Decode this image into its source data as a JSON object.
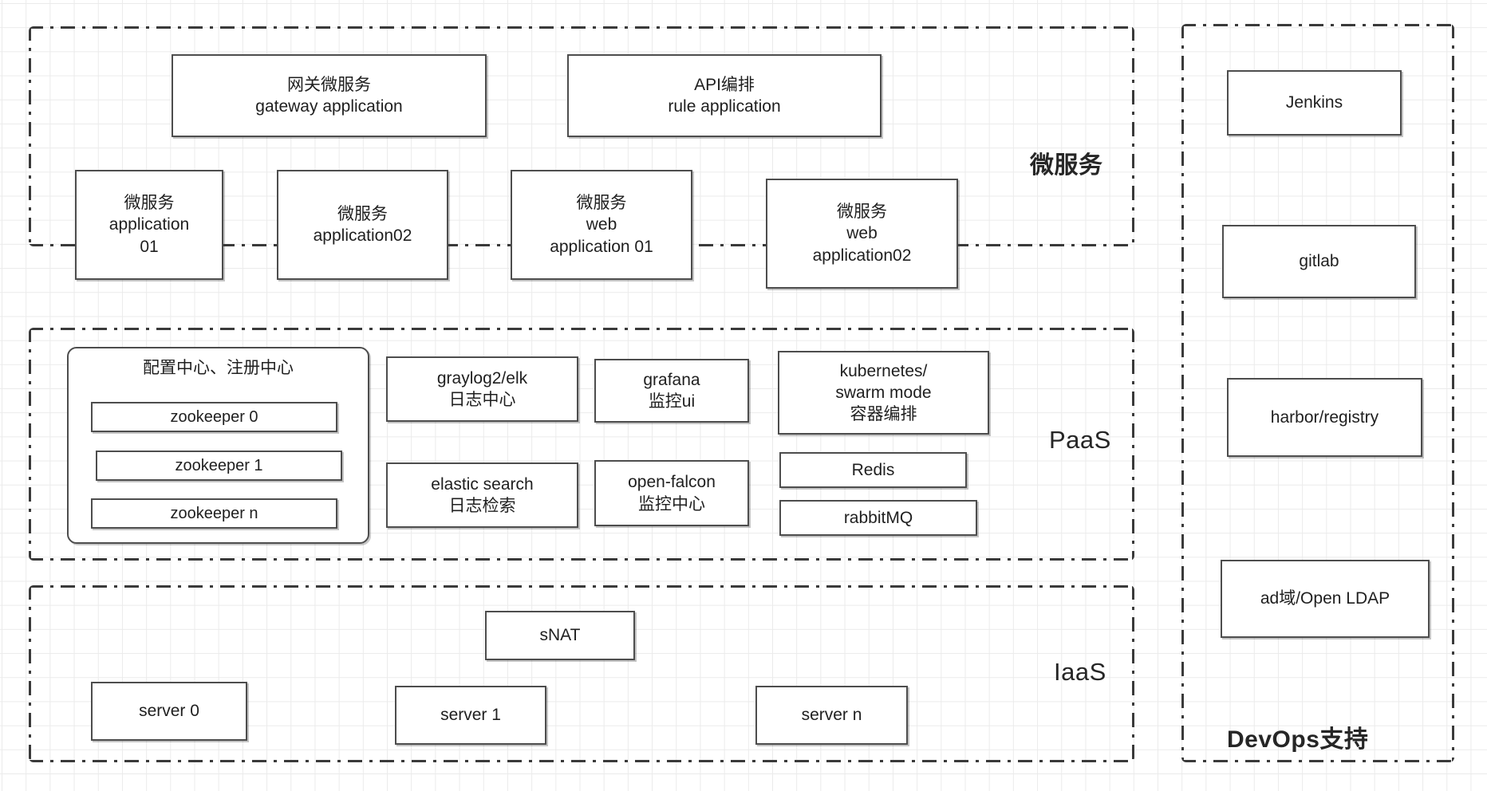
{
  "diagram": {
    "title": "Microservice / PaaS / IaaS / DevOps architecture",
    "background": "#ffffff",
    "grid_color": "#ebebeb",
    "border_color": "#3a3a3a",
    "node_border_color": "#4d4d4d"
  },
  "zones": {
    "microservice": {
      "label": "微服务",
      "nodes": {
        "gateway": "网关微服务\ngateway application",
        "rule": "API编排\nrule application",
        "app01": "微服务\napplication\n01",
        "app02": "微服务\napplication02",
        "web01": "微服务\nweb\napplication 01",
        "web02": "微服务\nweb\napplication02"
      }
    },
    "paas": {
      "label": "PaaS",
      "config_center": {
        "label": "配置中心、注册中心",
        "items": [
          "zookeeper 0",
          "zookeeper 1",
          "zookeeper n"
        ]
      },
      "nodes": {
        "graylog": "graylog2/elk\n日志中心",
        "grafana": "grafana\n监控ui",
        "kubernetes": "kubernetes/\nswarm mode\n容器编排",
        "elasticsearch": "elastic search\n日志检索",
        "openfalcon": "open-falcon\n监控中心",
        "redis": "Redis",
        "rabbitmq": "rabbitMQ"
      }
    },
    "iaas": {
      "label": "IaaS",
      "nodes": {
        "snat": "sNAT",
        "server0": "server 0",
        "server1": "server 1",
        "servern": "server n"
      }
    },
    "devops": {
      "label": "DevOps支持",
      "nodes": {
        "jenkins": "Jenkins",
        "gitlab": "gitlab",
        "harbor": "harbor/registry",
        "ldap": "ad域/Open LDAP"
      }
    }
  }
}
